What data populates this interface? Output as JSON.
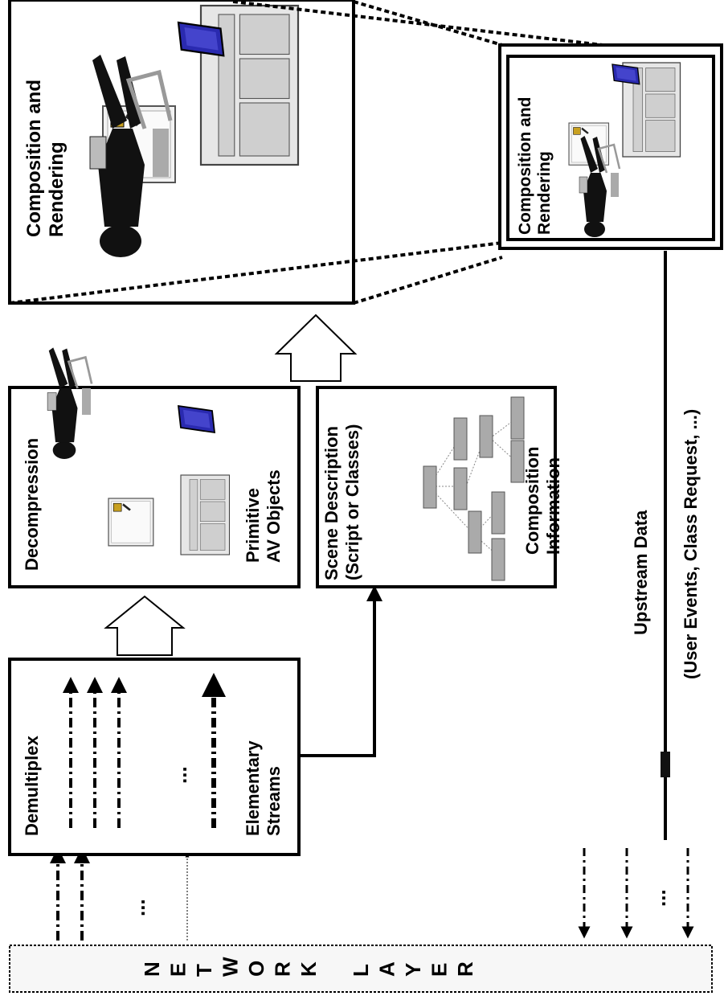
{
  "network_layer": {
    "letters": [
      "N",
      "E",
      "T",
      "W",
      "O",
      "R",
      "K",
      "",
      "L",
      "A",
      "Y",
      "E",
      "R"
    ]
  },
  "demux": {
    "title": "Demultiplex",
    "streams_label": [
      "Elementary",
      "Streams"
    ]
  },
  "decompression": {
    "title": "Decompression",
    "objects_label": [
      "Primitive",
      "AV Objects"
    ]
  },
  "scene": {
    "title": [
      "Scene Description",
      "(Script or Classes)"
    ],
    "info_label": [
      "Composition",
      "Information"
    ]
  },
  "composition_big": {
    "title": [
      "Composition and",
      "Rendering"
    ]
  },
  "composition_small": {
    "title": [
      "Composition and",
      "Rendering"
    ]
  },
  "upstream": {
    "label": [
      "Upstream Data",
      "(User Events, Class Request, ...)"
    ]
  },
  "ellipsis": "..."
}
